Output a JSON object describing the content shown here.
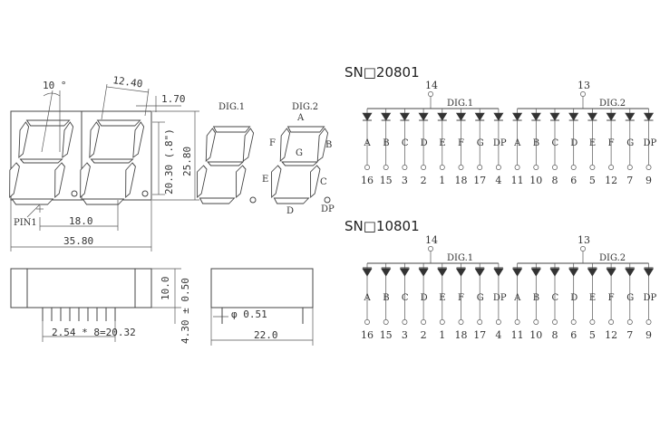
{
  "left_drawing": {
    "dim_angle": "10 °",
    "dim_12_40": "12.40",
    "dim_1_70": "1.70",
    "dim_18_0": "18.0",
    "dim_35_80": "35.80",
    "dim_20_30": "20.30 (.8\")",
    "dim_25_80": "25.80",
    "pin1_label": "PIN1",
    "dim_10_0": "10.0",
    "dim_4_30": "4.30 ± 0.50",
    "dim_pitch": "2.54 * 8=20.32",
    "dim_phi": "φ 0.51",
    "dim_22_0": "22.0"
  },
  "segment_labels": {
    "dig1": "DIG.1",
    "dig2": "DIG.2",
    "A": "A",
    "B": "B",
    "C": "C",
    "D": "D",
    "E": "E",
    "F": "F",
    "G": "G",
    "DP": "DP"
  },
  "schematics": [
    {
      "title": "SN□20801",
      "type": "common_anode",
      "common_pins": [
        "14",
        "13"
      ],
      "digit_labels": [
        "DIG.1",
        "DIG.2"
      ],
      "segments": [
        "A",
        "B",
        "C",
        "D",
        "E",
        "F",
        "G",
        "DP",
        "A",
        "B",
        "C",
        "D",
        "E",
        "F",
        "G",
        "DP"
      ],
      "pins": [
        "16",
        "15",
        "3",
        "2",
        "1",
        "18",
        "17",
        "4",
        "11",
        "10",
        "8",
        "6",
        "5",
        "12",
        "7",
        "9"
      ]
    },
    {
      "title": "SN□10801",
      "type": "common_cathode",
      "common_pins": [
        "14",
        "13"
      ],
      "digit_labels": [
        "DIG.1",
        "DIG.2"
      ],
      "segments": [
        "A",
        "B",
        "C",
        "D",
        "E",
        "F",
        "G",
        "DP",
        "A",
        "B",
        "C",
        "D",
        "E",
        "F",
        "G",
        "DP"
      ],
      "pins": [
        "16",
        "15",
        "3",
        "2",
        "1",
        "18",
        "17",
        "4",
        "11",
        "10",
        "8",
        "6",
        "5",
        "12",
        "7",
        "9"
      ]
    }
  ]
}
